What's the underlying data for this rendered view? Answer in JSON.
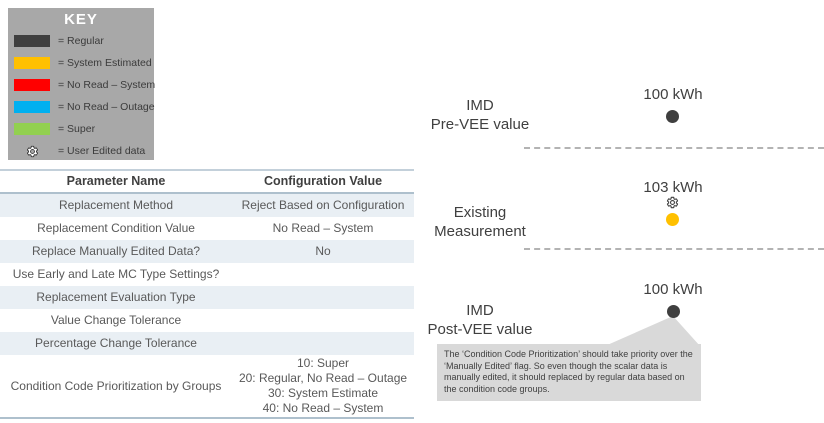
{
  "colors": {
    "regular": "#3f3f3f",
    "system_estimated": "#ffc000",
    "no_read_system": "#ff0000",
    "no_read_outage": "#00b0f0",
    "super": "#92d050",
    "key_background": "#a8a8a8",
    "table_stripe": "#e9eff4",
    "callout_background": "#d9d9d9"
  },
  "key": {
    "title": "KEY",
    "items": [
      {
        "label": "= Regular",
        "color": "#3f3f3f"
      },
      {
        "label": "= System Estimated",
        "color": "#ffc000"
      },
      {
        "label": "= No Read – System",
        "color": "#ff0000"
      },
      {
        "label": "= No Read – Outage",
        "color": "#00b0f0"
      },
      {
        "label": "= Super",
        "color": "#92d050"
      },
      {
        "label": "= User Edited data",
        "icon": "gear"
      }
    ]
  },
  "table": {
    "headers": {
      "name": "Parameter Name",
      "value": "Configuration Value"
    },
    "rows": [
      {
        "name": "Replacement Method",
        "value": "Reject Based on Configuration"
      },
      {
        "name": "Replacement Condition Value",
        "value": "No Read – System"
      },
      {
        "name": "Replace Manually Edited Data?",
        "value": "No"
      },
      {
        "name": "Use Early and Late MC Type Settings?",
        "value": ""
      },
      {
        "name": "Replacement Evaluation Type",
        "value": ""
      },
      {
        "name": "Value Change Tolerance",
        "value": ""
      },
      {
        "name": "Percentage Change Tolerance",
        "value": ""
      },
      {
        "name": "Condition Code Prioritization by Groups",
        "value": "10: Super\n20: Regular, No Read – Outage\n30: System Estimate\n40: No Read – System"
      }
    ]
  },
  "diagram": {
    "sections": [
      {
        "label": "IMD\nPre-VEE value",
        "value": "100 kWh",
        "marker_color": "#3f3f3f"
      },
      {
        "label": "Existing\nMeasurement",
        "value": "103 kWh",
        "marker_color": "#ffc000",
        "user_edited": true
      },
      {
        "label": "IMD\nPost-VEE value",
        "value": "100 kWh",
        "marker_color": "#3f3f3f"
      }
    ],
    "callout": "The ‘Condition Code Prioritization’ should take priority over the ‘Manually Edited’ flag.  So even though the scalar data is manually edited, it should replaced by regular data based on the condition code groups."
  }
}
